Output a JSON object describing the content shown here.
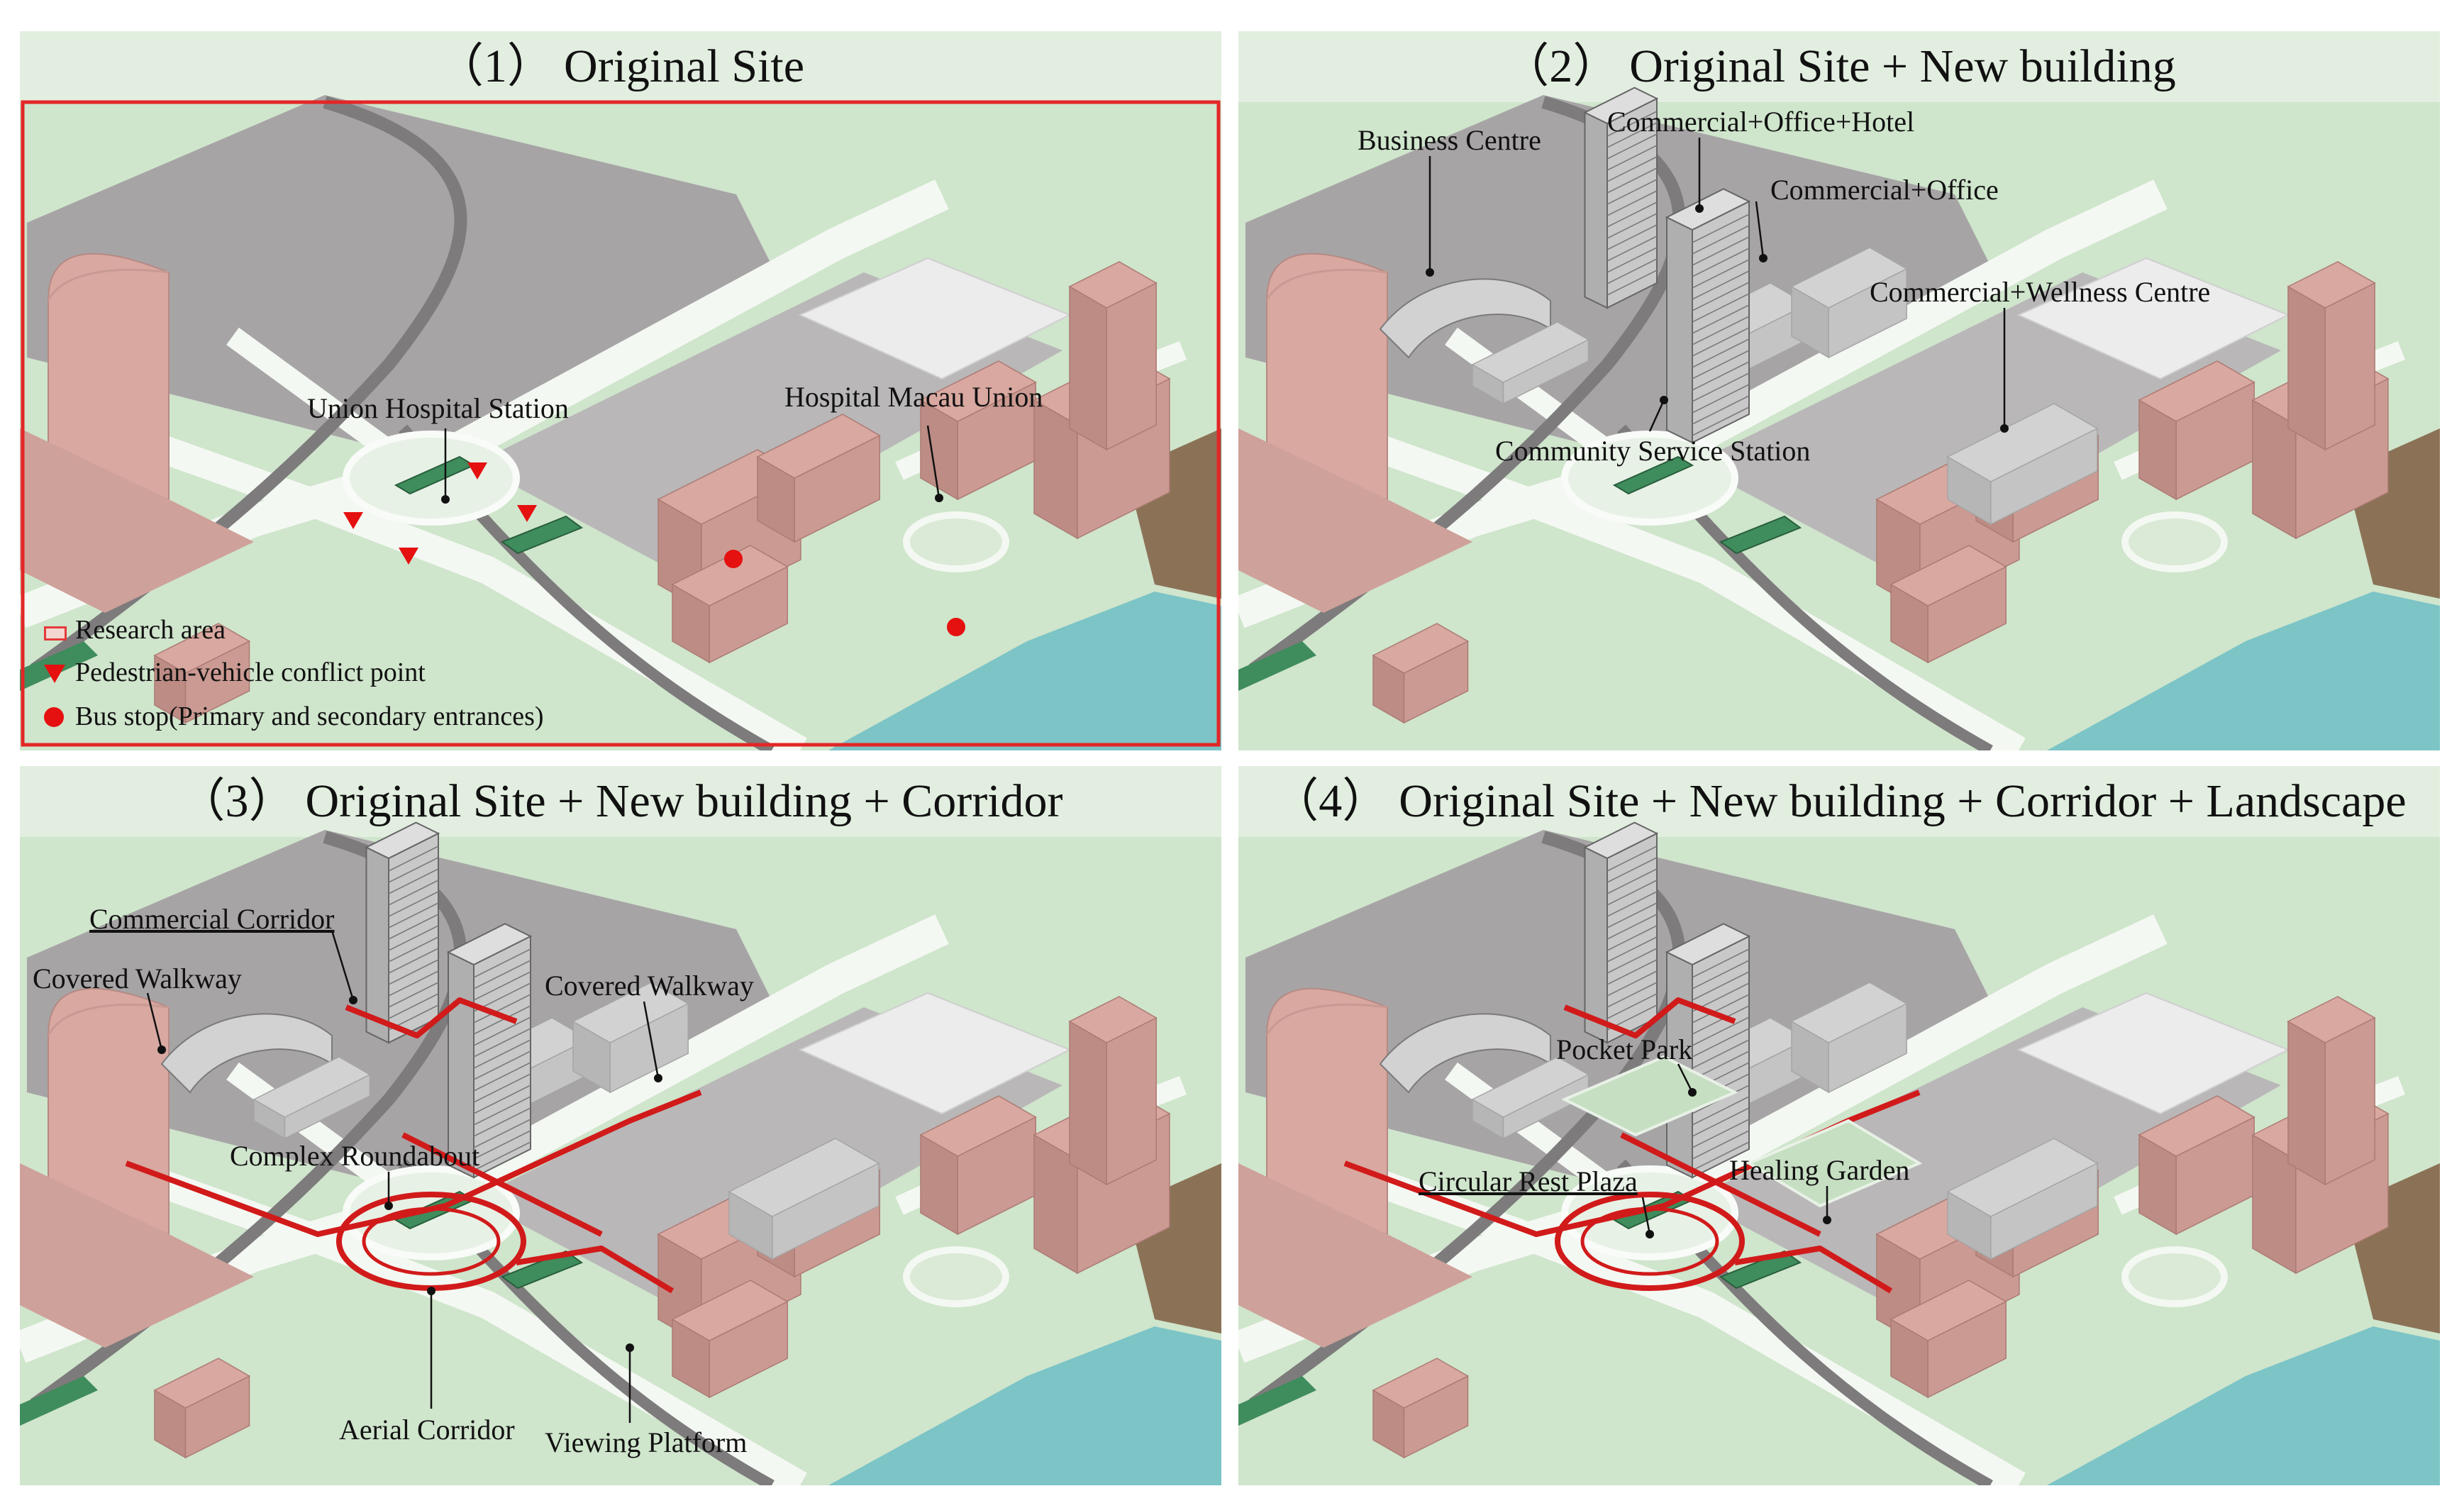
{
  "panels": [
    {
      "number": "（1）",
      "title": "Original Site",
      "labels": [
        "Union Hospital Station",
        "Hospital Macau Union"
      ],
      "legend": [
        {
          "icon": "research-area-icon",
          "text": "Research area"
        },
        {
          "icon": "conflict-point-icon",
          "text": "Pedestrian-vehicle conflict point"
        },
        {
          "icon": "bus-stop-icon",
          "text": "Bus stop(Primary and secondary entrances)"
        }
      ]
    },
    {
      "number": "（2）",
      "title": "Original Site + New building",
      "labels": [
        "Business Centre",
        "Commercial+Office+Hotel",
        "Commercial+Office",
        "Commercial+Wellness Centre",
        "Community Service Station"
      ]
    },
    {
      "number": "（3）",
      "title": "Original Site + New building + Corridor",
      "labels": [
        "Commercial Corridor",
        "Covered Walkway",
        "Covered Walkway",
        "Complex Roundabout",
        "Aerial Corridor",
        "Viewing Platform"
      ]
    },
    {
      "number": "（4）",
      "title": "Original Site + New building + Corridor + Landscape",
      "labels": [
        "Pocket Park",
        "Circular Rest Plaza",
        "Healing Garden"
      ]
    }
  ],
  "colors": {
    "ground": "#cfe5cc",
    "title_band": "#e2efe0",
    "plaza": "#a7a4a6",
    "building_existing": "#d9a8a0",
    "building_new": "#d2d2d2",
    "water": "#7cc4c6",
    "corridor": "#d11a1a",
    "station": "#3f8c5c",
    "research_border": "#e32626"
  }
}
